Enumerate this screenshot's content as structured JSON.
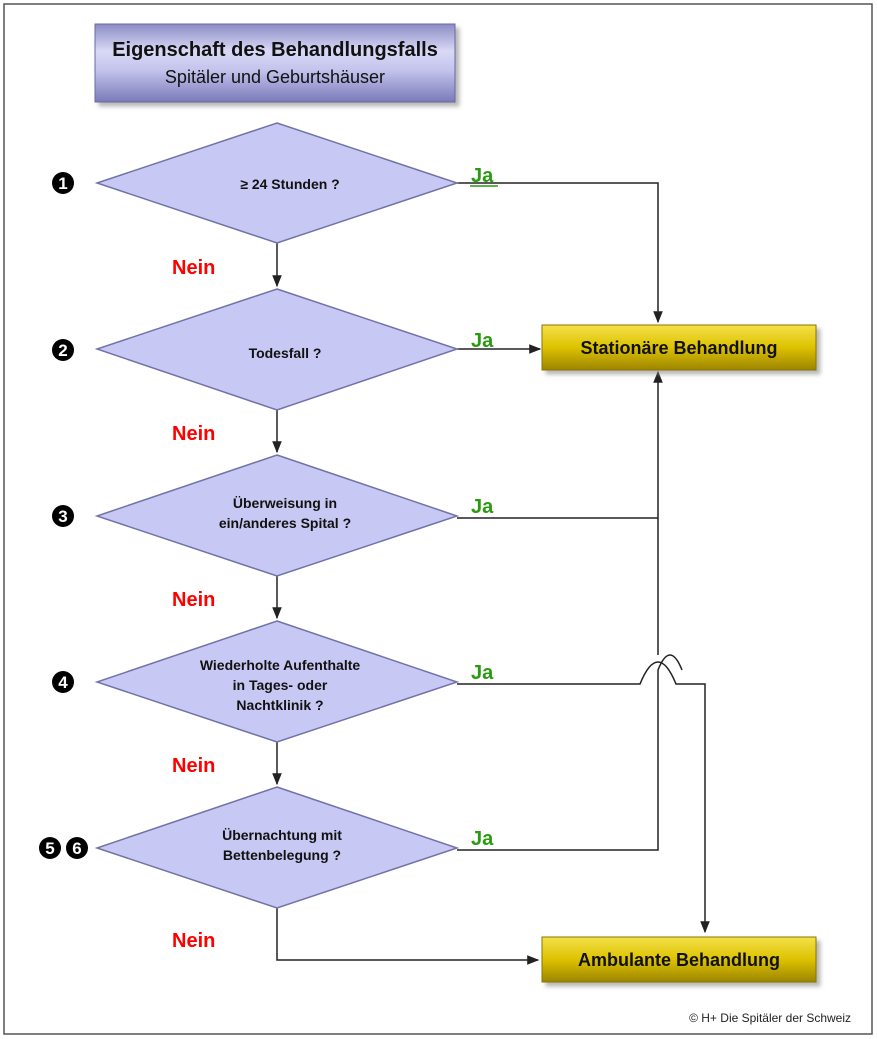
{
  "header": {
    "title": "Eigenschaft des Behandlungsfalls",
    "subtitle": "Spitäler und Geburtshäuser"
  },
  "questions": [
    {
      "badges": [
        "1"
      ],
      "lines": [
        "≥ 24 Stunden ?"
      ]
    },
    {
      "badges": [
        "2"
      ],
      "lines": [
        "Todesfall ?"
      ]
    },
    {
      "badges": [
        "3"
      ],
      "lines": [
        "Überweisung in",
        "ein/anderes Spital ?"
      ]
    },
    {
      "badges": [
        "4"
      ],
      "lines": [
        "Wiederholte Aufenthalte",
        "in Tages- oder",
        "Nachtklinik ?"
      ]
    },
    {
      "badges": [
        "5",
        "6"
      ],
      "lines": [
        "Übernachtung mit",
        "Bettenbelegung ?"
      ]
    }
  ],
  "labels": {
    "yes": "Ja",
    "no": "Nein"
  },
  "outcomes": {
    "inpatient": "Stationäre Behandlung",
    "outpatient": "Ambulante Behandlung"
  },
  "footer": {
    "copyright": "© H+ Die Spitäler der Schweiz"
  },
  "colors": {
    "diamond_fill": "#c8c8f4",
    "diamond_stroke": "#7272a8",
    "outcome_fill": "#ddc200",
    "yes": "#2a9a10",
    "no": "#ff0000"
  }
}
